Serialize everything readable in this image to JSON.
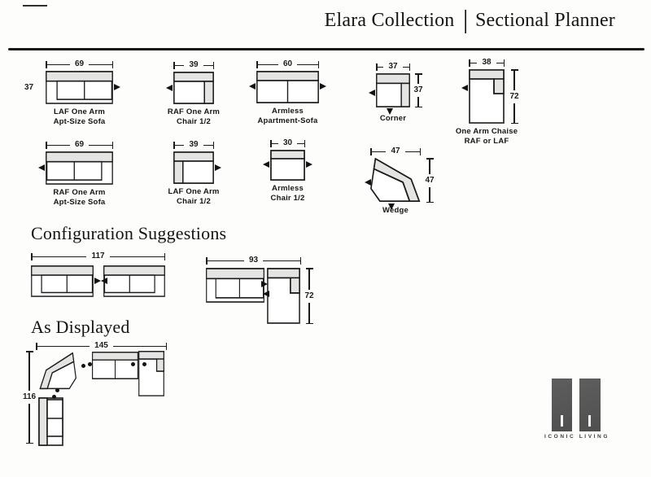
{
  "header": {
    "collection": "Elara Collection",
    "separator": "|",
    "title": "Sectional Planner"
  },
  "headings": {
    "configurations": "Configuration Suggestions",
    "as_displayed": "As Displayed"
  },
  "catalog": {
    "pieces": [
      {
        "label1": "LAF One Arm",
        "label2": "Apt-Size Sofa",
        "width_in": "69",
        "depth_in": "37"
      },
      {
        "label1": "RAF One Arm",
        "label2": "Chair 1/2",
        "width_in": "39"
      },
      {
        "label1": "Armless",
        "label2": "Apartment-Sofa",
        "width_in": "60"
      },
      {
        "label1": "Corner",
        "width_in": "37",
        "depth_in": "37"
      },
      {
        "label1": "One Arm Chaise",
        "label2": "RAF or LAF",
        "width_in": "38",
        "depth_in": "72"
      },
      {
        "label1": "RAF One Arm",
        "label2": "Apt-Size Sofa",
        "width_in": "69"
      },
      {
        "label1": "LAF One Arm",
        "label2": "Chair 1/2",
        "width_in": "39"
      },
      {
        "label1": "Armless",
        "label2": "Chair 1/2",
        "width_in": "30"
      },
      {
        "label1": "Wedge",
        "width_in": "47",
        "depth_in": "47"
      }
    ]
  },
  "configurations": [
    {
      "overall_width": "117"
    },
    {
      "overall_width": "93",
      "overall_depth": "72"
    }
  ],
  "as_displayed": {
    "overall_width": "145",
    "overall_depth": "116"
  },
  "logo": {
    "brand": "ICONIC LIVING"
  },
  "colors": {
    "ink": "#1b1b1b",
    "upholstery_shade": "#e4e4e3",
    "logo_block": "#565656"
  }
}
